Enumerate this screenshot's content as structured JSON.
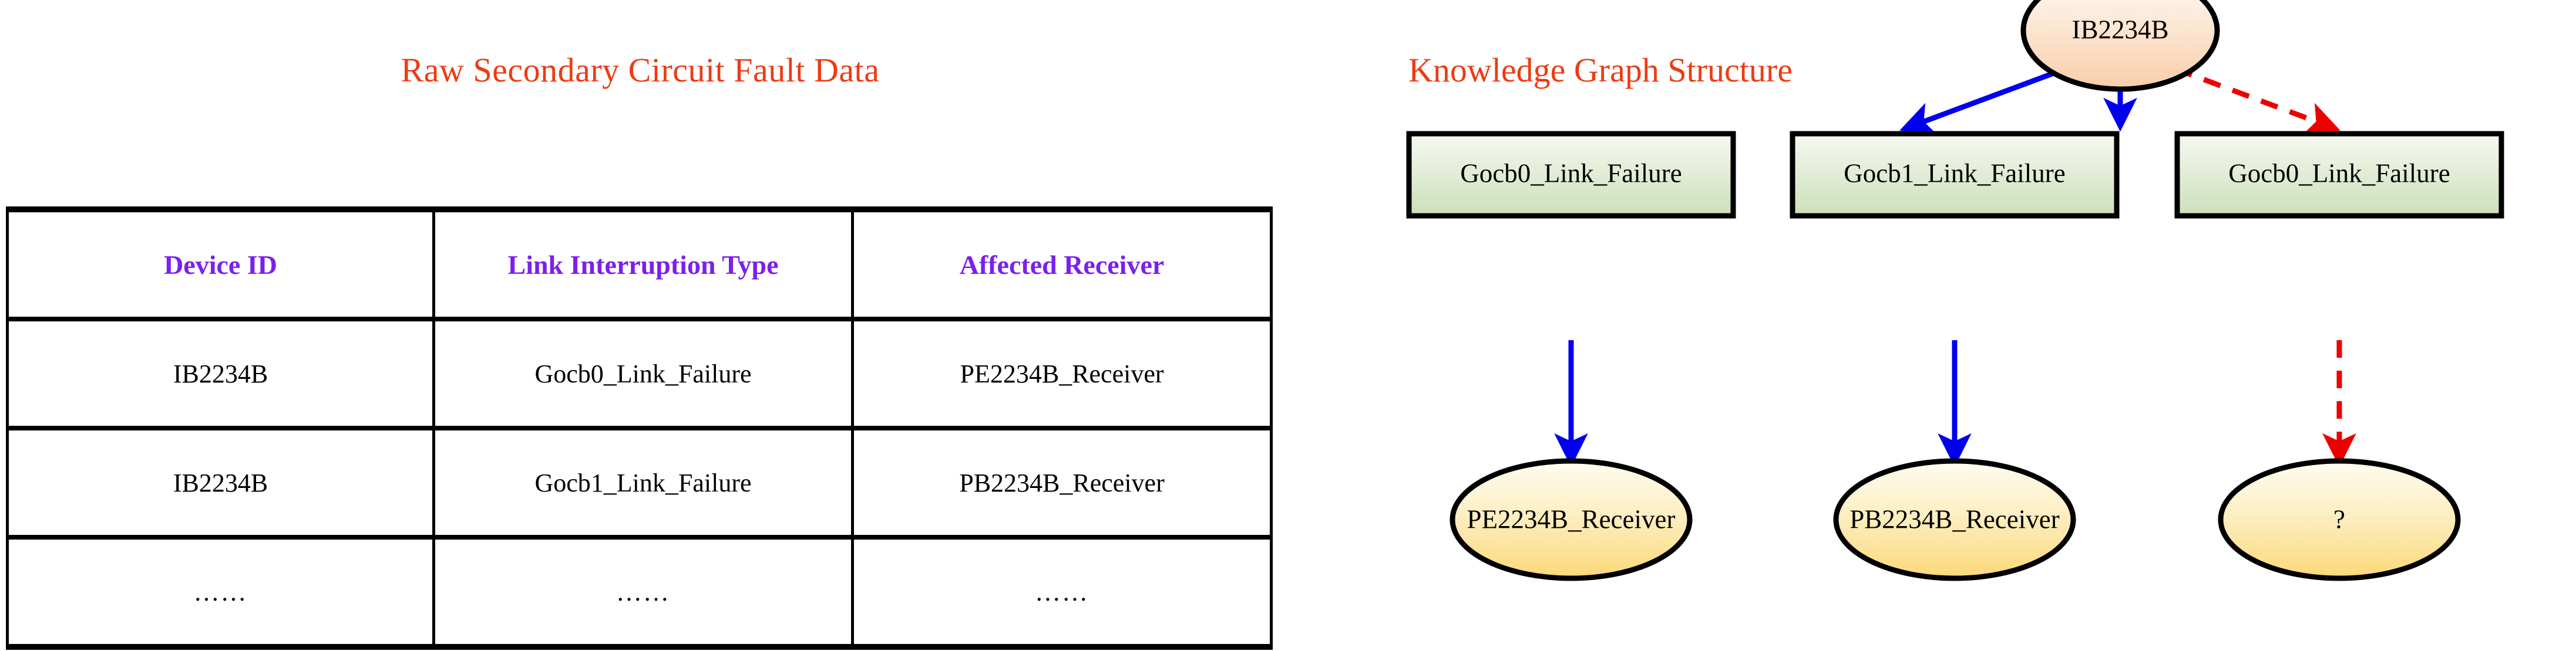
{
  "left_panel": {
    "title": "Raw Secondary Circuit Fault Data",
    "table": {
      "columns": [
        "Device ID",
        "Link Interruption Type",
        "Affected Receiver"
      ],
      "rows": [
        [
          "IB2234B",
          "Gocb0_Link_Failure",
          "PE2234B_Receiver"
        ],
        [
          "IB2234B",
          "Gocb1_Link_Failure",
          "PB2234B_Receiver"
        ],
        [
          "……",
          "……",
          "……"
        ]
      ]
    }
  },
  "right_panel": {
    "title": "Knowledge Graph Structure",
    "nodes": {
      "root": {
        "label": "IB2234B",
        "shape": "ellipse"
      },
      "middle": [
        {
          "label": "Gocb0_Link_Failure",
          "shape": "box"
        },
        {
          "label": "Gocb1_Link_Failure",
          "shape": "box"
        },
        {
          "label": "Gocb0_Link_Failure",
          "shape": "box"
        }
      ],
      "leaves": [
        {
          "label": "PE2234B_Receiver",
          "shape": "ellipse"
        },
        {
          "label": "PB2234B_Receiver",
          "shape": "ellipse"
        },
        {
          "label": "?",
          "shape": "ellipse"
        }
      ]
    },
    "edges": [
      {
        "from": "IB2234B",
        "to": "Gocb0_Link_Failure",
        "style": "solid",
        "color": "#0000EE"
      },
      {
        "from": "IB2234B",
        "to": "Gocb1_Link_Failure",
        "style": "solid",
        "color": "#0000EE"
      },
      {
        "from": "IB2234B",
        "to": "Gocb0_Link_Failure",
        "style": "dashed",
        "color": "#EE0000"
      },
      {
        "from": "Gocb0_Link_Failure",
        "to": "PE2234B_Receiver",
        "style": "solid",
        "color": "#0000EE"
      },
      {
        "from": "Gocb1_Link_Failure",
        "to": "PB2234B_Receiver",
        "style": "solid",
        "color": "#0000EE"
      },
      {
        "from": "Gocb0_Link_Failure",
        "to": "?",
        "style": "dashed",
        "color": "#EE0000"
      }
    ]
  },
  "colors": {
    "title_red": "#EE3B13",
    "header_purple": "#7B20EE",
    "edge_blue": "#0000EE",
    "edge_red": "#EE0000",
    "ellipse_peach_top": "#FFF6EF",
    "ellipse_peach_bottom": "#FBD7B6",
    "ellipse_yellow_top": "#FFFBEC",
    "ellipse_yellow_bottom": "#FBDE8A",
    "box_green_top": "#F4F7F0",
    "box_green_bottom": "#CFE3BD"
  }
}
